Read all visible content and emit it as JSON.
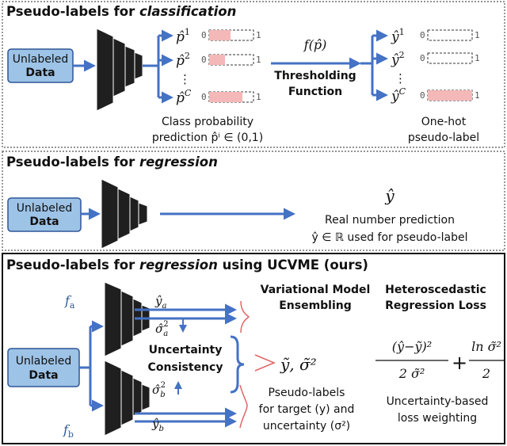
{
  "colors": {
    "arrow": "#4472c4",
    "box_fill": "#9dc3e6",
    "box_stroke": "#2f5597",
    "bar_fill": "#f4b8b8",
    "layer_fill": "#1f1f1f"
  },
  "panel1": {
    "title_prefix": "Pseudo-labels for ",
    "title_emph": "classification",
    "input_box": [
      "Unlabeled",
      "Data"
    ],
    "prob_labels": [
      "p̂",
      "p̂",
      "p̂"
    ],
    "prob_sups": [
      "1",
      "2",
      "C"
    ],
    "vdots": "⋮",
    "scale_min": "0",
    "scale_max": "1",
    "prob_caption": [
      "Class probability",
      "prediction p̂ⁱ ∈ (0,1)"
    ],
    "func_label": "f(p̂)",
    "func_name": [
      "Thresholding",
      "Function"
    ],
    "out_labels": [
      "ŷ",
      "ŷ",
      "ŷ"
    ],
    "out_sups": [
      "1",
      "2",
      "C"
    ],
    "out_caption": [
      "One-hot",
      "pseudo-label"
    ]
  },
  "panel2": {
    "title_prefix": "Pseudo-labels for ",
    "title_emph": "regression",
    "input_box": [
      "Unlabeled",
      "Data"
    ],
    "output_symbol": "ŷ",
    "output_caption": [
      "Real number prediction",
      "ŷ ∈ ℝ used for pseudo-label"
    ]
  },
  "panel3": {
    "title_prefix": "Pseudo-labels for ",
    "title_emph": "regression",
    "title_suffix": " using UCVME (ours)",
    "input_box": [
      "Unlabeled",
      "Data"
    ],
    "model_a": "f",
    "model_a_sub": "a",
    "model_b": "f",
    "model_b_sub": "b",
    "ya": "ŷ",
    "ya_sub": "a",
    "sa": "σ̂",
    "sa_sub": "a",
    "sa_sup": "2",
    "yb": "ŷ",
    "yb_sub": "b",
    "sb": "σ̂",
    "sb_sub": "b",
    "sb_sup": "2",
    "uncertainty": [
      "Uncertainty",
      "Consistency"
    ],
    "vme": [
      "Variational Model",
      "Ensembling"
    ],
    "hrl": [
      "Heteroscedastic",
      "Regression Loss"
    ],
    "ens_out": "ỹ, σ̃²",
    "pseudo_caption": [
      "Pseudo-labels",
      "for target (y) and",
      "uncertainty (σ²)"
    ],
    "loss_num1": "(ŷ−ỹ)²",
    "loss_den1": "2 σ̃²",
    "loss_plus": "+",
    "loss_num2": "ln σ̃²",
    "loss_den2": "2",
    "loss_caption": [
      "Uncertainty-based",
      "loss weighting"
    ]
  }
}
